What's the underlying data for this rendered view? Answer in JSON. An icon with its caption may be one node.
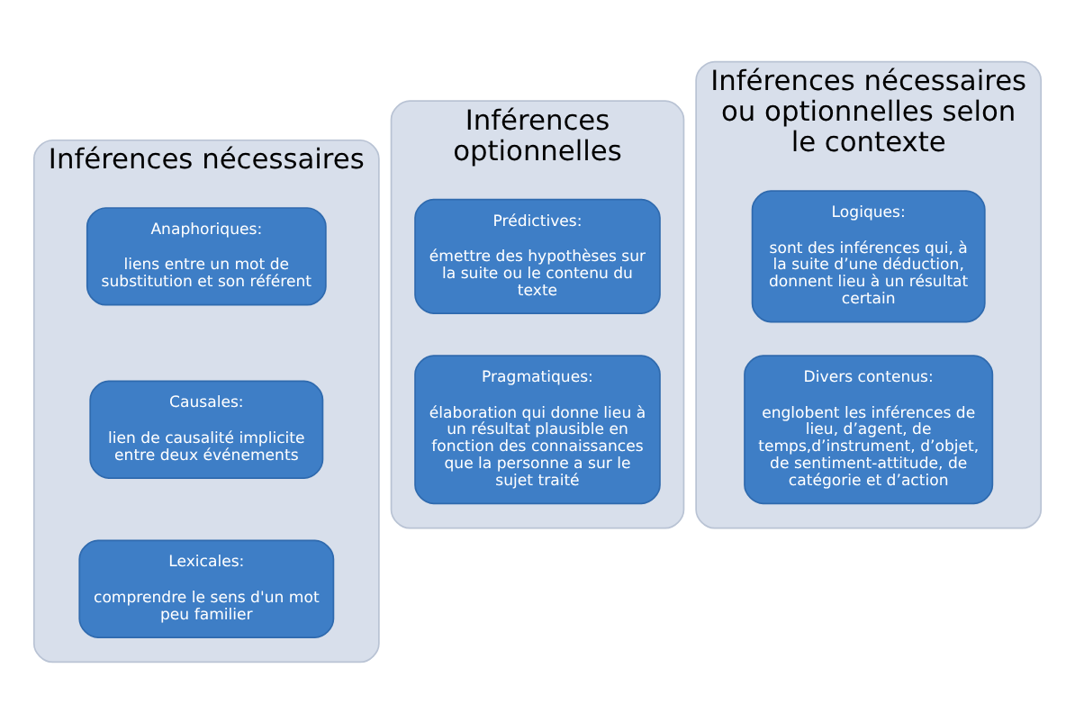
{
  "diagram": {
    "nodes": [
      {
        "text": [
          "Inférences nécessaires"
        ]
      },
      {
        "text": [
          "Anaphoriques:",
          "liens entre un mot de substitution et son référent"
        ],
        "in": 0
      },
      {
        "text": [
          "Causales:",
          "lien de causalité implicite entre deux événements"
        ],
        "in": 0
      },
      {
        "text": [
          "Lexicales:",
          "comprendre le sens d'un mot peu familier"
        ],
        "in": 0
      },
      {
        "text": [
          "Inférences optionnelles"
        ]
      },
      {
        "text": [
          "Prédictives:",
          "émettre des hypothèses sur la suite ou le contenu du texte"
        ],
        "in": 4
      },
      {
        "text": [
          "Pragmatiques:",
          "élaboration qui donne lieu à un résultat plausible en fonction des connaissances que la personne a sur le sujet traité"
        ],
        "in": 4
      },
      {
        "text": [
          "Inférences nécessaires ou optionnelles selon le contexte"
        ]
      },
      {
        "text": [
          "Logiques:",
          "sont des inférences qui, à la suite d’une déduction, donnent lieu à un résultat certain"
        ],
        "in": 7
      },
      {
        "text": [
          "Divers contenus:",
          "englobent les inférences de lieu, d’agent, de temps,d’instrument, d’objet, de sentiment-attitude, de catégorie et d’action"
        ],
        "in": 7
      }
    ],
    "edges": []
  }
}
